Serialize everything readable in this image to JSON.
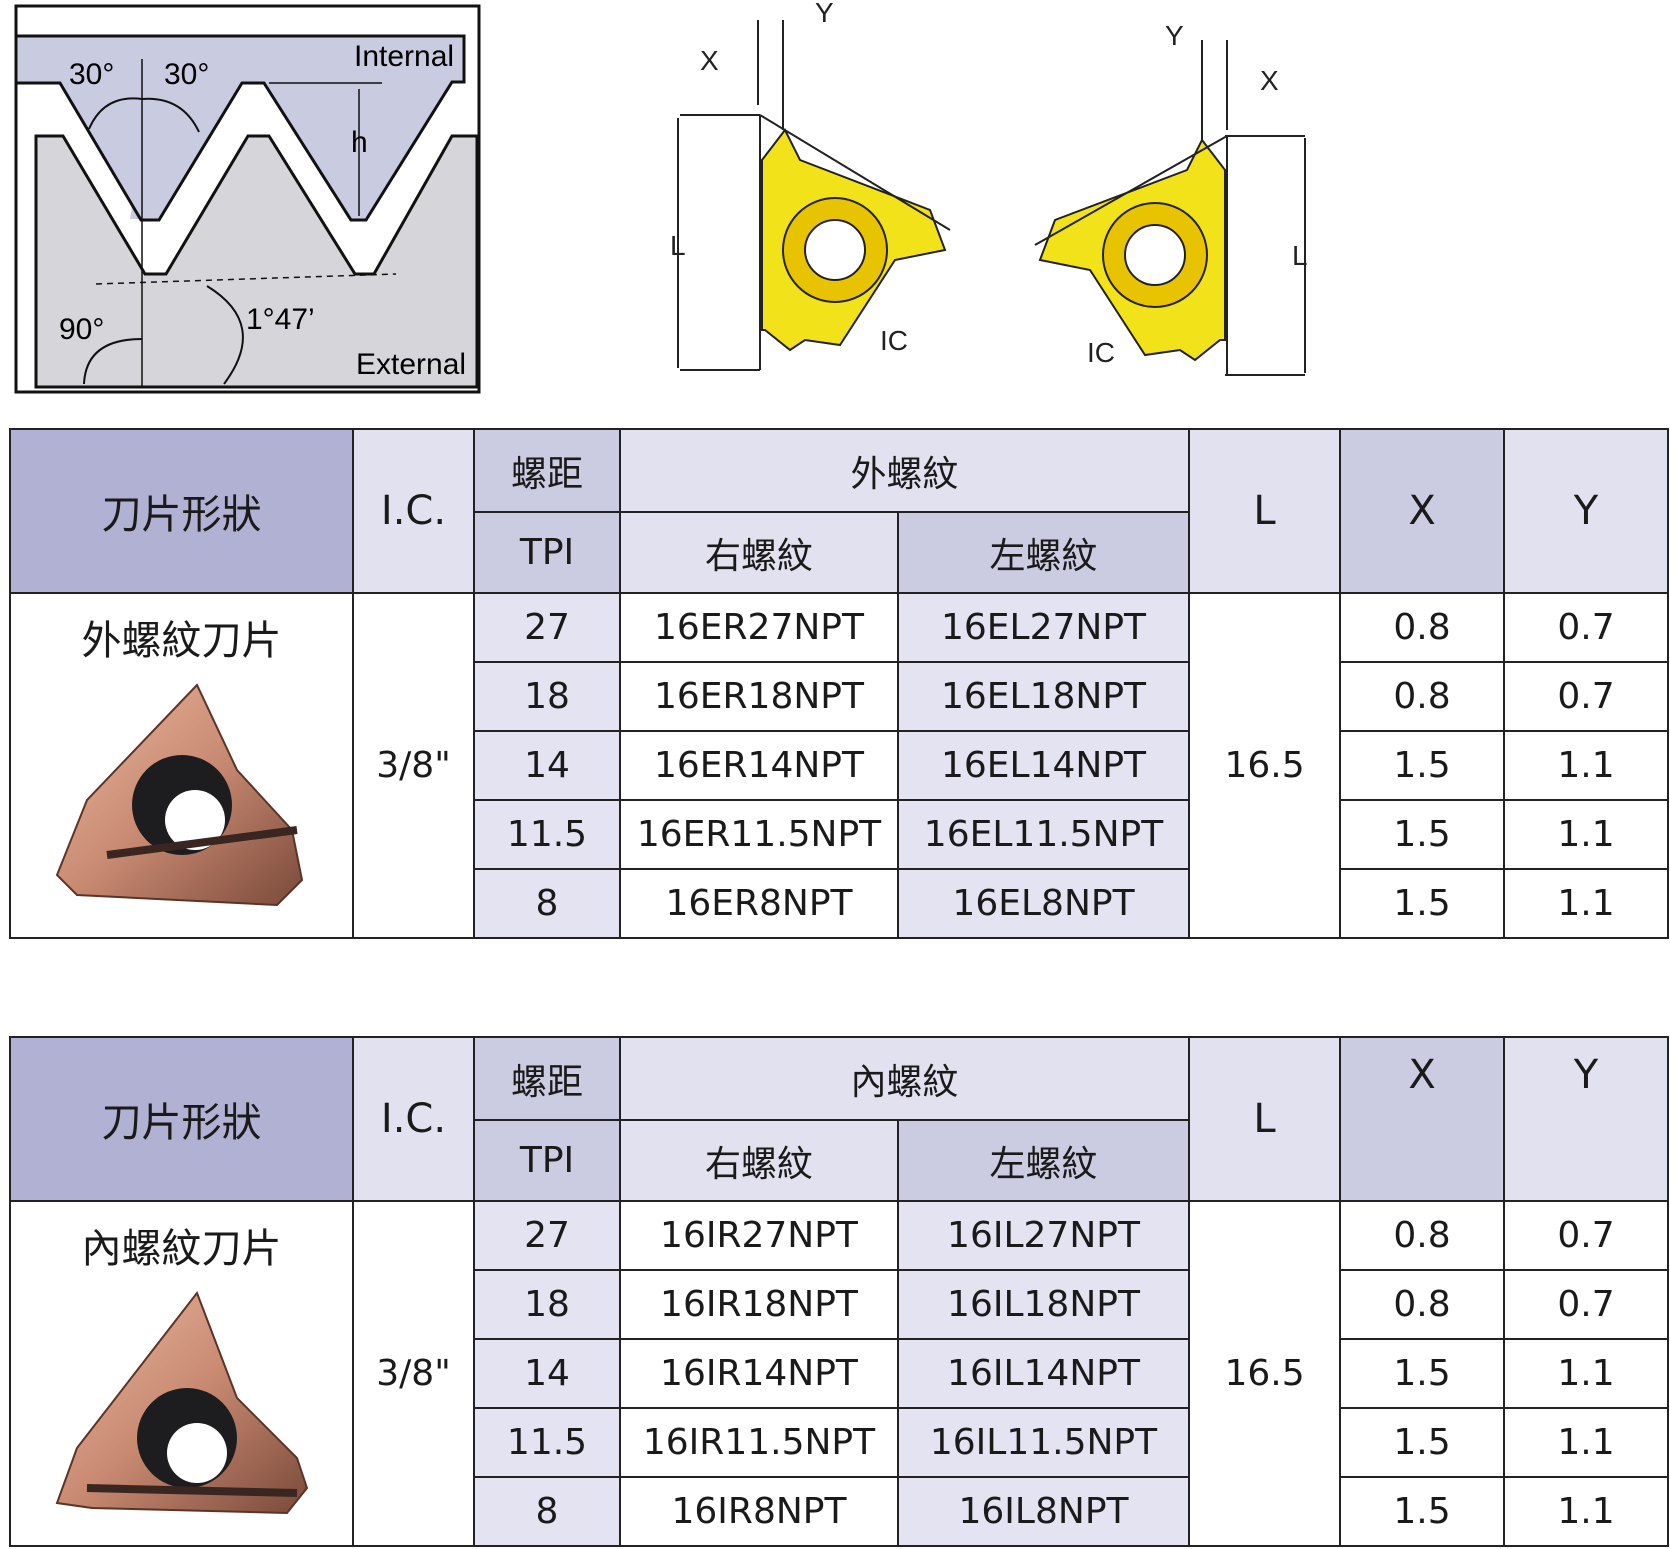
{
  "thread_diagram": {
    "angle_left": "30°",
    "angle_right": "30°",
    "internal_label": "Internal",
    "height_label": "h",
    "right_angle": "90°",
    "taper_angle": "1°47’",
    "external_label": "External"
  },
  "insert_diagram": {
    "x_label": "X",
    "y_label": "Y",
    "l_label": "L",
    "ic_label": "IC"
  },
  "tables": [
    {
      "shape_header": "刀片形狀",
      "ic_header": "I.C.",
      "pitch_header": "螺距",
      "tpi_header": "TPI",
      "group_header": "外螺紋",
      "right_header": "右螺紋",
      "left_header": "左螺紋",
      "l_header": "L",
      "x_header": "X",
      "y_header": "Y",
      "shape_title": "外螺紋刀片",
      "ic": "3/8\"",
      "l": "16.5",
      "rows": [
        {
          "tpi": "27",
          "right": "16ER27NPT",
          "left": "16EL27NPT",
          "x": "0.8",
          "y": "0.7"
        },
        {
          "tpi": "18",
          "right": "16ER18NPT",
          "left": "16EL18NPT",
          "x": "0.8",
          "y": "0.7"
        },
        {
          "tpi": "14",
          "right": "16ER14NPT",
          "left": "16EL14NPT",
          "x": "1.5",
          "y": "1.1"
        },
        {
          "tpi": "11.5",
          "right": "16ER11.5NPT",
          "left": "16EL11.5NPT",
          "x": "1.5",
          "y": "1.1"
        },
        {
          "tpi": "8",
          "right": "16ER8NPT",
          "left": "16EL8NPT",
          "x": "1.5",
          "y": "1.1"
        }
      ]
    },
    {
      "shape_header": "刀片形狀",
      "ic_header": "I.C.",
      "pitch_header": "螺距",
      "tpi_header": "TPI",
      "group_header": "內螺紋",
      "right_header": "右螺紋",
      "left_header": "左螺紋",
      "l_header": "L",
      "x_header": "X",
      "y_header": "Y",
      "shape_title": "內螺紋刀片",
      "ic": "3/8\"",
      "l": "16.5",
      "rows": [
        {
          "tpi": "27",
          "right": "16IR27NPT",
          "left": "16IL27NPT",
          "x": "0.8",
          "y": "0.7"
        },
        {
          "tpi": "18",
          "right": "16IR18NPT",
          "left": "16IL18NPT",
          "x": "0.8",
          "y": "0.7"
        },
        {
          "tpi": "14",
          "right": "16IR14NPT",
          "left": "16IL14NPT",
          "x": "1.5",
          "y": "1.1"
        },
        {
          "tpi": "11.5",
          "right": "16IR11.5NPT",
          "left": "16IL11.5NPT",
          "x": "1.5",
          "y": "1.1"
        },
        {
          "tpi": "8",
          "right": "16IR8NPT",
          "left": "16IL8NPT",
          "x": "1.5",
          "y": "1.1"
        }
      ]
    }
  ]
}
